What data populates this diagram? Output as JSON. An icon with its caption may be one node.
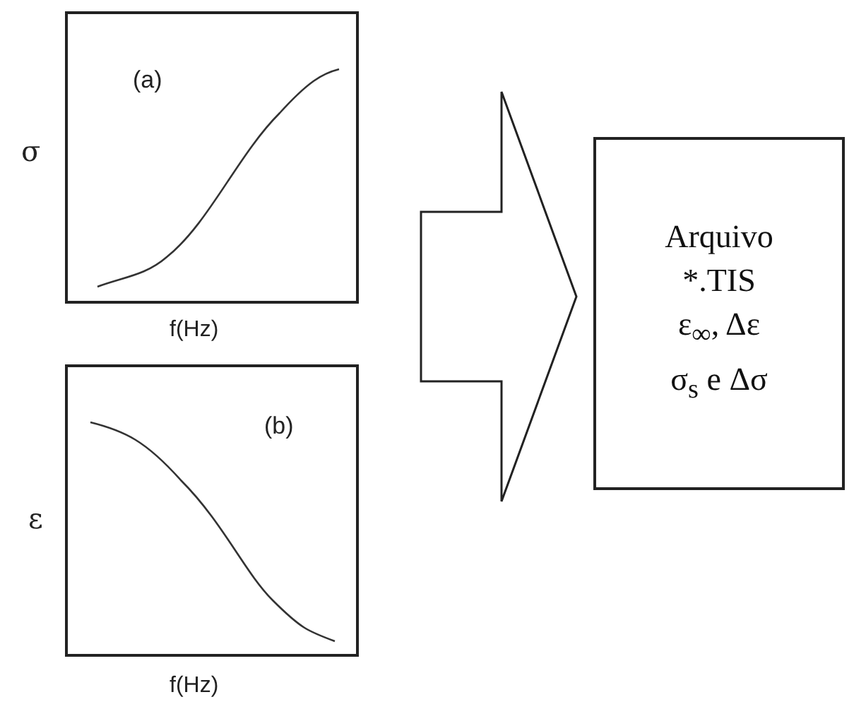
{
  "diagram": {
    "nodes": [
      {
        "text": [
          "(a)"
        ],
        "beside": [
          "σ",
          "f(Hz)"
        ]
      },
      {
        "text": [
          "(b)"
        ],
        "beside": [
          "ε",
          "f(Hz)"
        ]
      },
      {
        "text": [
          "Arquivo *.TIS",
          "ε$_{∞}$, Δε",
          "σ$_{s}$ e Δσ"
        ]
      }
    ],
    "edges": [
      {
        "from": 0,
        "to": 2,
        "arrow": "to"
      },
      {
        "from": 1,
        "to": 2,
        "arrow": "to"
      }
    ]
  }
}
